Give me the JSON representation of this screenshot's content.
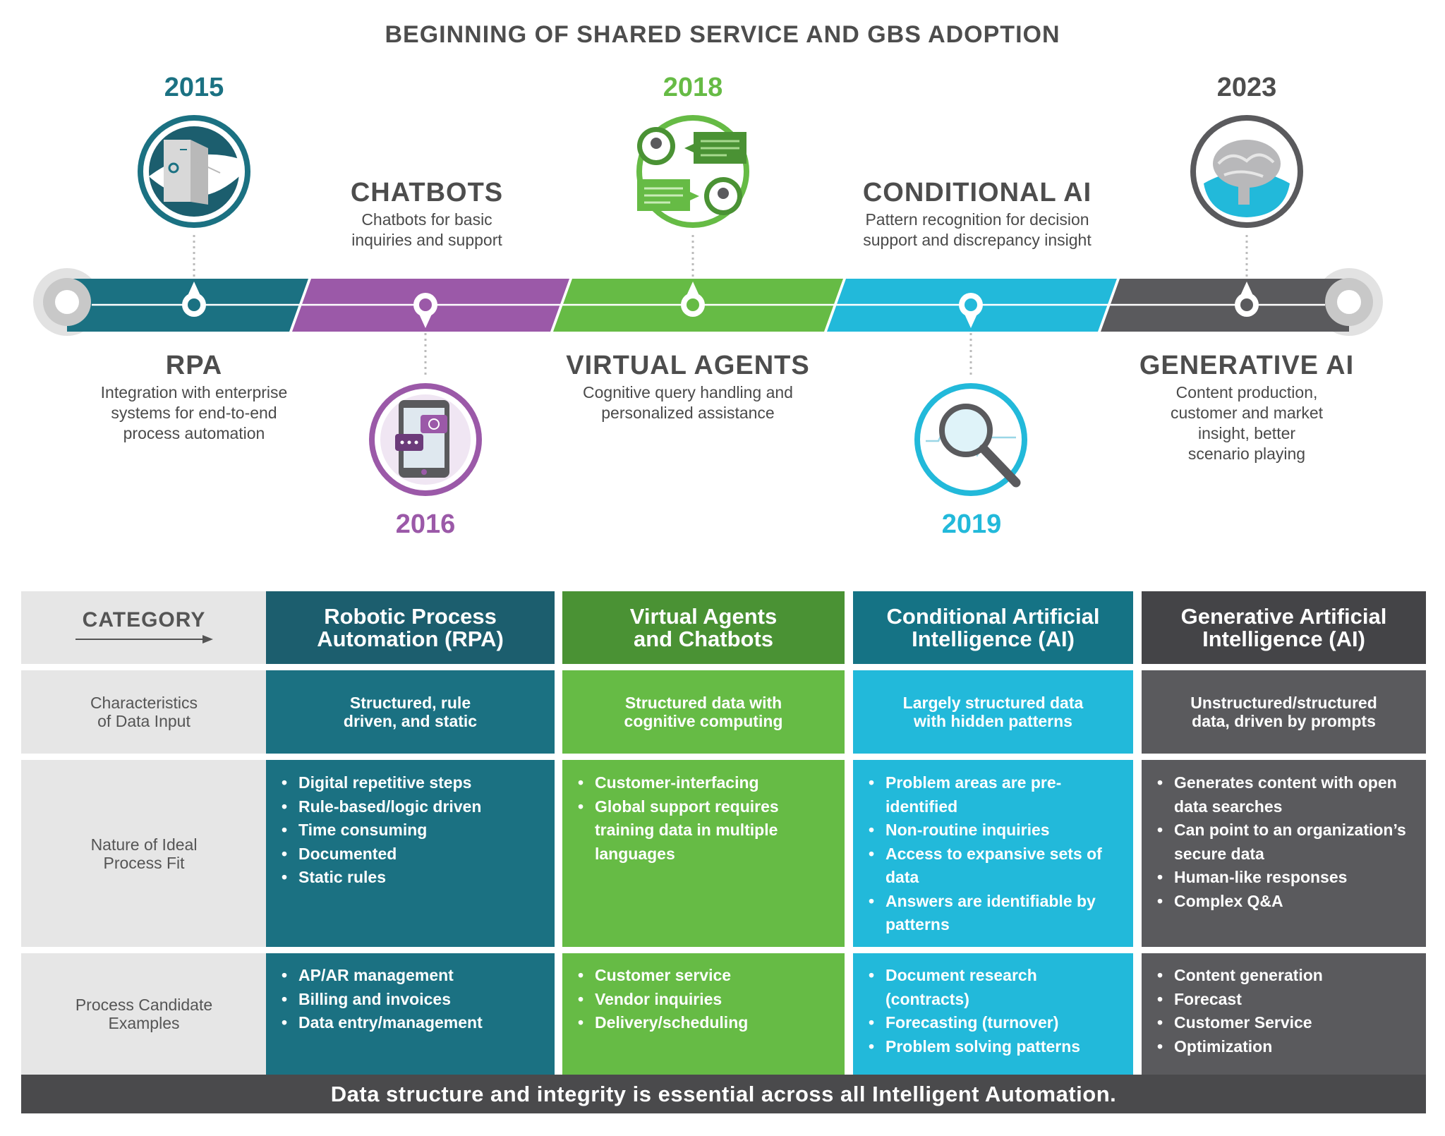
{
  "header": {
    "title": "BEGINNING OF SHARED SERVICE AND GBS ADOPTION"
  },
  "colors": {
    "rpa": "#1b7182",
    "chatbots": "#9b59a8",
    "virtual_agents": "#66bb45",
    "conditional_ai": "#22b9da",
    "generative_ai": "#5a5a5d"
  },
  "timeline": {
    "milestones": [
      {
        "year": "2015",
        "title": "RPA",
        "desc_lines": [
          "Integration with enterprise",
          "systems for end-to-end",
          "process automation"
        ],
        "icon": "server-icon"
      },
      {
        "year": "2016",
        "title": "CHATBOTS",
        "desc_lines": [
          "Chatbots for basic",
          "inquiries and support"
        ],
        "icon": "smartphone-chat-icon"
      },
      {
        "year": "2018",
        "title": "VIRTUAL AGENTS",
        "desc_lines": [
          "Cognitive query handling and",
          "personalized assistance"
        ],
        "icon": "conversation-icon"
      },
      {
        "year": "2019",
        "title": "CONDITIONAL AI",
        "desc_lines": [
          "Pattern recognition for decision",
          "support and discrepancy insight"
        ],
        "icon": "magnifier-icon"
      },
      {
        "year": "2023",
        "title": "GENERATIVE AI",
        "desc_lines": [
          "Content production,",
          "customer and market",
          "insight, better",
          "scenario playing"
        ],
        "icon": "brain-icon"
      }
    ]
  },
  "table": {
    "category_header": "CATEGORY",
    "columns": [
      {
        "header_lines": [
          "Robotic Process",
          "Automation (RPA)"
        ]
      },
      {
        "header_lines": [
          "Virtual Agents",
          "and Chatbots"
        ]
      },
      {
        "header_lines": [
          "Conditional Artificial",
          "Intelligence (AI)"
        ]
      },
      {
        "header_lines": [
          "Generative Artificial",
          "Intelligence (AI)"
        ]
      }
    ],
    "rows": [
      {
        "category_lines": [
          "Characteristics",
          "of Data Input"
        ],
        "cells": [
          {
            "lines": [
              "Structured, rule",
              "driven, and static"
            ]
          },
          {
            "lines": [
              "Structured data with",
              "cognitive computing"
            ]
          },
          {
            "lines": [
              "Largely structured data",
              "with hidden patterns"
            ]
          },
          {
            "lines": [
              "Unstructured/structured",
              "data, driven by prompts"
            ]
          }
        ]
      },
      {
        "category_lines": [
          "Nature of Ideal",
          "Process Fit"
        ],
        "cells": [
          {
            "items": [
              "Digital repetitive steps",
              "Rule-based/logic driven",
              "Time consuming",
              "Documented",
              "Static rules"
            ]
          },
          {
            "items": [
              "Customer-interfacing",
              "Global support requires training data in multiple languages"
            ]
          },
          {
            "items": [
              "Problem areas are pre-identified",
              "Non-routine inquiries",
              "Access to expansive sets of data",
              "Answers are identifiable by patterns"
            ]
          },
          {
            "items": [
              "Generates content with open data searches",
              "Can point to an organization’s secure data",
              "Human-like responses",
              "Complex Q&A"
            ]
          }
        ]
      },
      {
        "category_lines": [
          "Process Candidate",
          "Examples"
        ],
        "cells": [
          {
            "items": [
              "AP/AR management",
              "Billing and invoices",
              "Data entry/management"
            ]
          },
          {
            "items": [
              "Customer service",
              "Vendor inquiries",
              "Delivery/scheduling"
            ]
          },
          {
            "items": [
              "Document research (contracts)",
              "Forecasting (turnover)",
              "Problem solving patterns"
            ]
          },
          {
            "items": [
              "Content generation",
              "Forecast",
              "Customer Service",
              "Optimization"
            ]
          }
        ]
      }
    ]
  },
  "footer": {
    "text": "Data structure and integrity is essential across all Intelligent Automation."
  }
}
